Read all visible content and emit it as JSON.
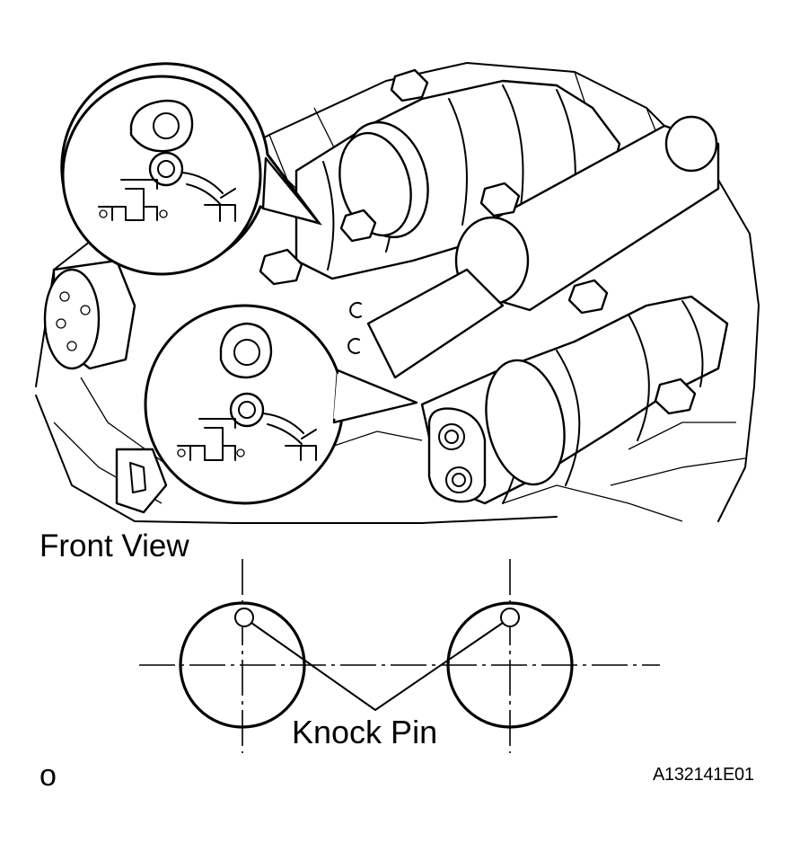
{
  "labels": {
    "front_view": "Front View",
    "knock_pin": "Knock Pin",
    "corner_mark": "o",
    "figure_code": "A132141E01"
  },
  "colors": {
    "ink": "#000000",
    "paper": "#ffffff"
  }
}
